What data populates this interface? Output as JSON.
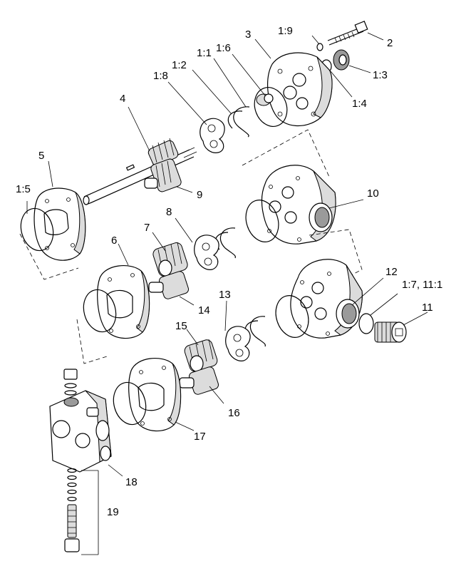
{
  "callouts": {
    "c1_9": "1:9",
    "c2": "2",
    "c3": "3",
    "c1_1": "1:1",
    "c1_6": "1:6",
    "c1_2": "1:2",
    "c1_8": "1:8",
    "c1_3": "1:3",
    "c1_4": "1:4",
    "c4": "4",
    "c5": "5",
    "c1_5": "1:5",
    "c9": "9",
    "c10": "10",
    "c8": "8",
    "c7": "7",
    "c6": "6",
    "c14": "14",
    "c12": "12",
    "c1_7_11_1": "1:7, 11:1",
    "c11": "11",
    "c13": "13",
    "c15": "15",
    "c16": "16",
    "c17": "17",
    "c18": "18",
    "c19": "19"
  }
}
